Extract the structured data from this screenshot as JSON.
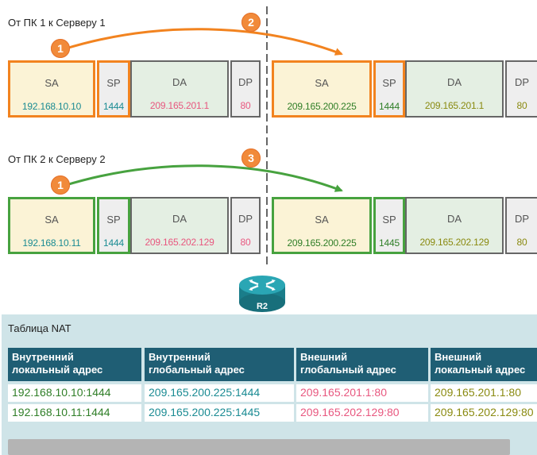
{
  "flow1": {
    "title": "От ПК 1 к Серверу 1",
    "left": {
      "sa_label": "SA",
      "sp_label": "SP",
      "da_label": "DA",
      "dp_label": "DP",
      "sa": "192.168.10.10",
      "sp": "1444",
      "da": "209.165.201.1",
      "dp": "80"
    },
    "right": {
      "sa_label": "SA",
      "sp_label": "SP",
      "da_label": "DA",
      "dp_label": "DP",
      "sa": "209.165.200.225",
      "sp": "1444",
      "da": "209.165.201.1",
      "dp": "80"
    },
    "badge_start": "1",
    "badge_mid": "2"
  },
  "flow2": {
    "title": "От ПК 2 к Серверу 2",
    "left": {
      "sa_label": "SA",
      "sp_label": "SP",
      "da_label": "DA",
      "dp_label": "DP",
      "sa": "192.168.10.11",
      "sp": "1444",
      "da": "209.165.202.129",
      "dp": "80"
    },
    "right": {
      "sa_label": "SA",
      "sp_label": "SP",
      "da_label": "DA",
      "dp_label": "DP",
      "sa": "209.165.200.225",
      "sp": "1445",
      "da": "209.165.202.129",
      "dp": "80"
    },
    "badge_start": "1",
    "badge_mid": "3"
  },
  "router": {
    "label": "R2"
  },
  "nat_table": {
    "title": "Таблица NAT",
    "headers": [
      {
        "line1": "Внутренний",
        "line2": "локальный адрес"
      },
      {
        "line1": "Внутренний",
        "line2": "глобальный адрес"
      },
      {
        "line1": "Внешний",
        "line2": "глобальный адрес"
      },
      {
        "line1": "Внешний",
        "line2": "локальный адрес"
      }
    ],
    "rows": [
      [
        "192.168.10.10:1444",
        "209.165.200.225:1444",
        "209.165.201.1:80",
        "209.165.201.1:80"
      ],
      [
        "192.168.10.11:1444",
        "209.165.200.225:1445",
        "209.165.202.129:80",
        "209.165.202.129:80"
      ]
    ]
  },
  "colors": {
    "orange": "#f2831f",
    "green": "#47a23f",
    "teal_header": "#1f5e74",
    "table_bg": "#cfe4e8"
  }
}
